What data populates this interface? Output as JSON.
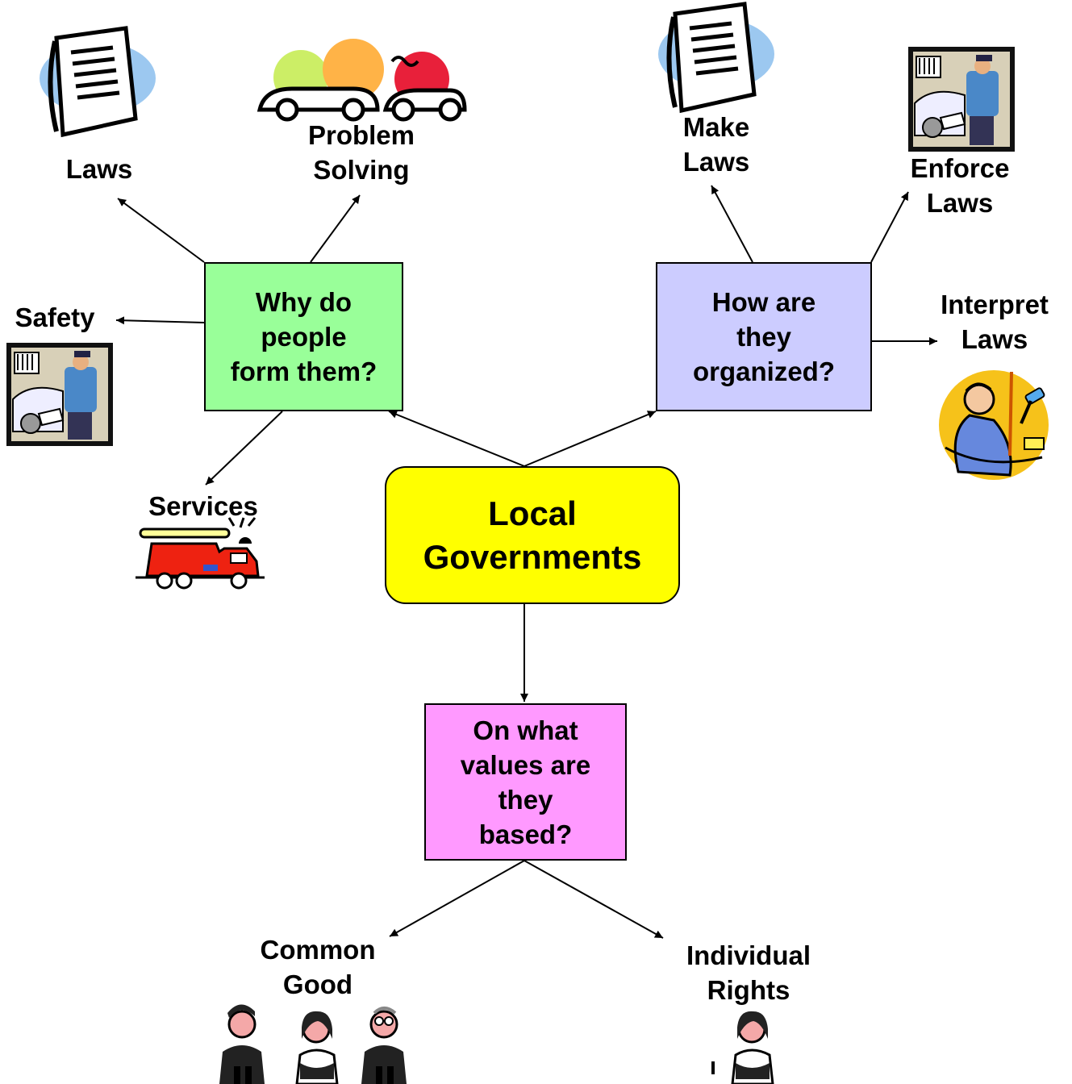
{
  "center": {
    "label": "Local\nGovernments",
    "color": "#ffff00"
  },
  "questions": {
    "why": {
      "label": "Why do\npeople\nform them?",
      "color": "#99ff99"
    },
    "how": {
      "label": "How are\nthey\norganized?",
      "color": "#ccccff"
    },
    "values": {
      "label": "On what\nvalues are\nthey\nbased?",
      "color": "#ff99ff"
    }
  },
  "leaves": {
    "laws": {
      "label": "Laws",
      "icon": "document-icon"
    },
    "problem_solving": {
      "label": "Problem\nSolving",
      "icon": "people-in-cars-icon"
    },
    "safety": {
      "label": "Safety",
      "icon": "police-officer-icon"
    },
    "services": {
      "label": "Services",
      "icon": "fire-truck-icon"
    },
    "make_laws": {
      "label": "Make\nLaws",
      "icon": "document-icon"
    },
    "enforce_laws": {
      "label": "Enforce\nLaws",
      "icon": "police-officer-icon"
    },
    "interpret_laws": {
      "label": "Interpret\nLaws",
      "icon": "judge-gavel-icon"
    },
    "common_good": {
      "label": "Common\nGood",
      "icon": "group-of-people-icon"
    },
    "individual_rights": {
      "label": "Individual\nRights",
      "icon": "single-person-icon"
    }
  }
}
